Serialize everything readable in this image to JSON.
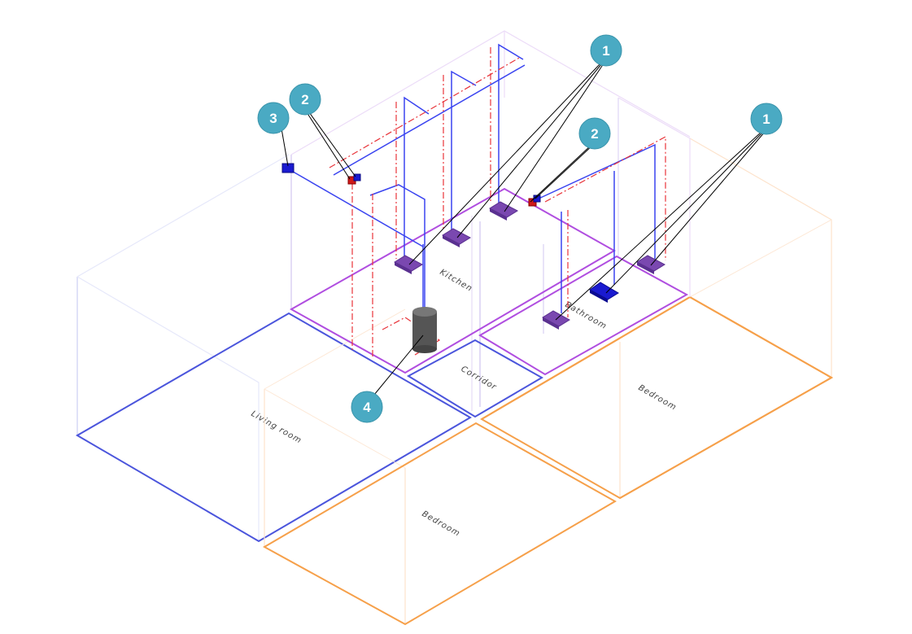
{
  "diagram": {
    "type": "isometric-plumbing-layout",
    "colors": {
      "bubble": "#4aaac3",
      "bubble_text": "#ffffff",
      "leader": "#000000",
      "living_room_outline": "#4b55dc",
      "wet_room_outline": "#b04ee0",
      "bedroom_outline": "#f6a04a",
      "cold_pipe": "#3a44f0",
      "hot_pipe": "#e8343a",
      "fixture": "#7a48b0",
      "fixture_blue": "#1a1ad0",
      "water_heater": "#555555"
    },
    "rooms": [
      {
        "id": "living-room",
        "label": "Living room"
      },
      {
        "id": "kitchen",
        "label": "Kitchen"
      },
      {
        "id": "bathroom",
        "label": "Bathroom"
      },
      {
        "id": "corridor",
        "label": "Corridor"
      },
      {
        "id": "bedroom-front",
        "label": "Bedroom"
      },
      {
        "id": "bedroom-right",
        "label": "Bedroom"
      }
    ],
    "callouts": [
      {
        "number": "1",
        "meaning": "fixtures (kitchen)"
      },
      {
        "number": "1",
        "meaning": "fixtures (bathroom)"
      },
      {
        "number": "2",
        "meaning": "valves (kitchen riser)"
      },
      {
        "number": "2",
        "meaning": "valves (bathroom riser)"
      },
      {
        "number": "3",
        "meaning": "water inlet"
      },
      {
        "number": "4",
        "meaning": "water heater"
      }
    ]
  }
}
